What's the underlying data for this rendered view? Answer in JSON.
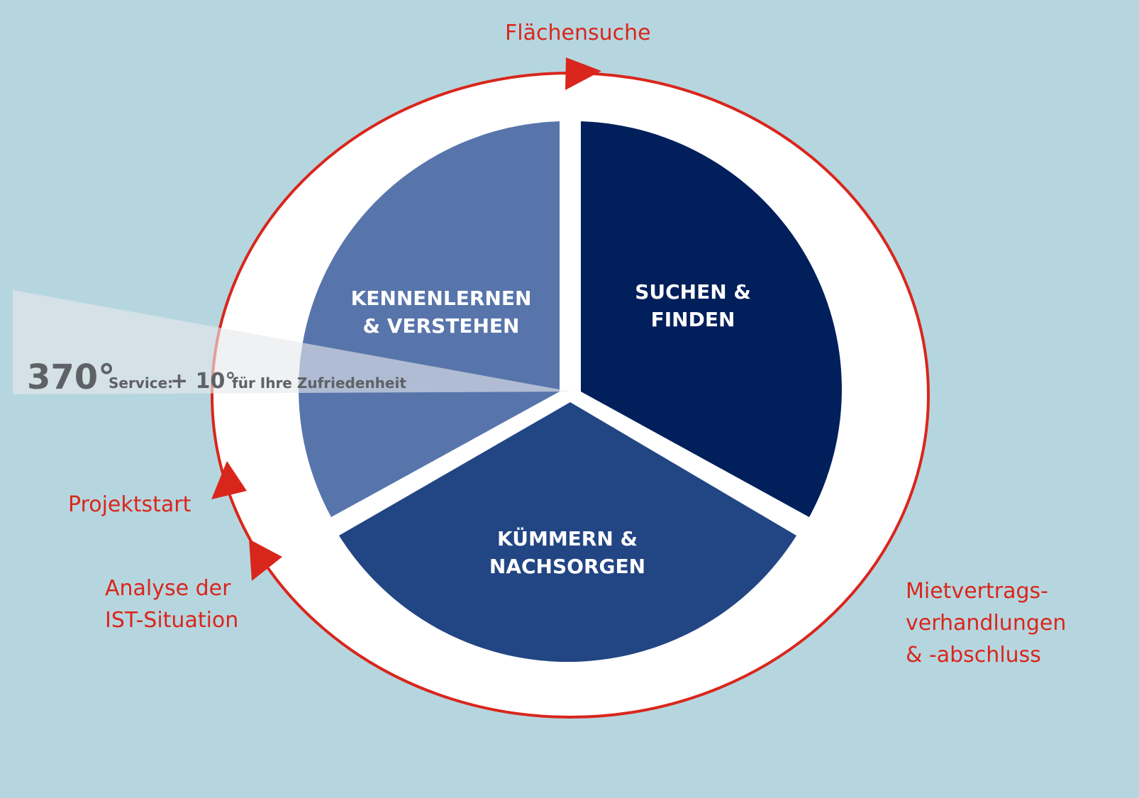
{
  "diagram": {
    "segments": [
      {
        "id": "kennenlernen",
        "line1": "KENNENLERNEN",
        "line2": "& VERSTEHEN",
        "color": "#5775ab"
      },
      {
        "id": "suchen",
        "line1": "SUCHEN  &",
        "line2": "FINDEN",
        "color": "#001f5b"
      },
      {
        "id": "kuemmern",
        "line1": "KÜMMERN  &",
        "line2": "NACHSORGEN",
        "color": "#224584"
      }
    ],
    "steps": {
      "flaechensuche": "Flächensuche",
      "projektstart": "Projektstart",
      "analyse": [
        "Analyse der",
        "IST-Situation"
      ],
      "mietvertrag": [
        "Mietvertrags-",
        "verhandlungen",
        "& -abschluss"
      ]
    },
    "banner": {
      "degrees": "370°",
      "service": "Service:",
      "plus": "+ 10°",
      "tagline": "für Ihre Zufriedenheit"
    },
    "colors": {
      "background": "#b6d6df",
      "ring": "#ffffff",
      "accent_red": "#d9261c",
      "banner_text": "#5e6266"
    }
  }
}
